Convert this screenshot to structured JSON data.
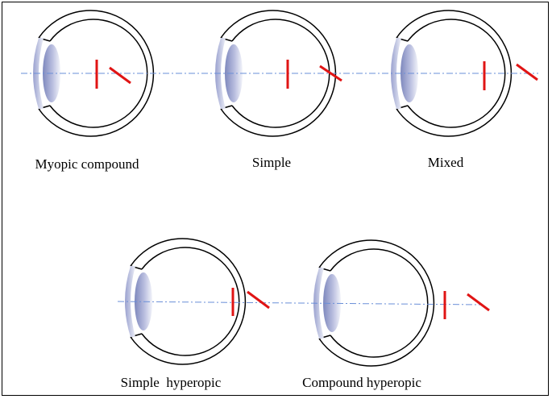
{
  "colors": {
    "outline": "#000000",
    "axis": "#6a8fd8",
    "focal_line": "#e01414",
    "lens_light": "#eef0f8",
    "lens_dark": "#8d95c4"
  },
  "eyes": [
    {
      "label": "Myopic compound"
    },
    {
      "label": "Simple"
    },
    {
      "label": "Mixed"
    },
    {
      "label": "Simple  hyperopic"
    },
    {
      "label": "Compound hyperopic"
    }
  ]
}
